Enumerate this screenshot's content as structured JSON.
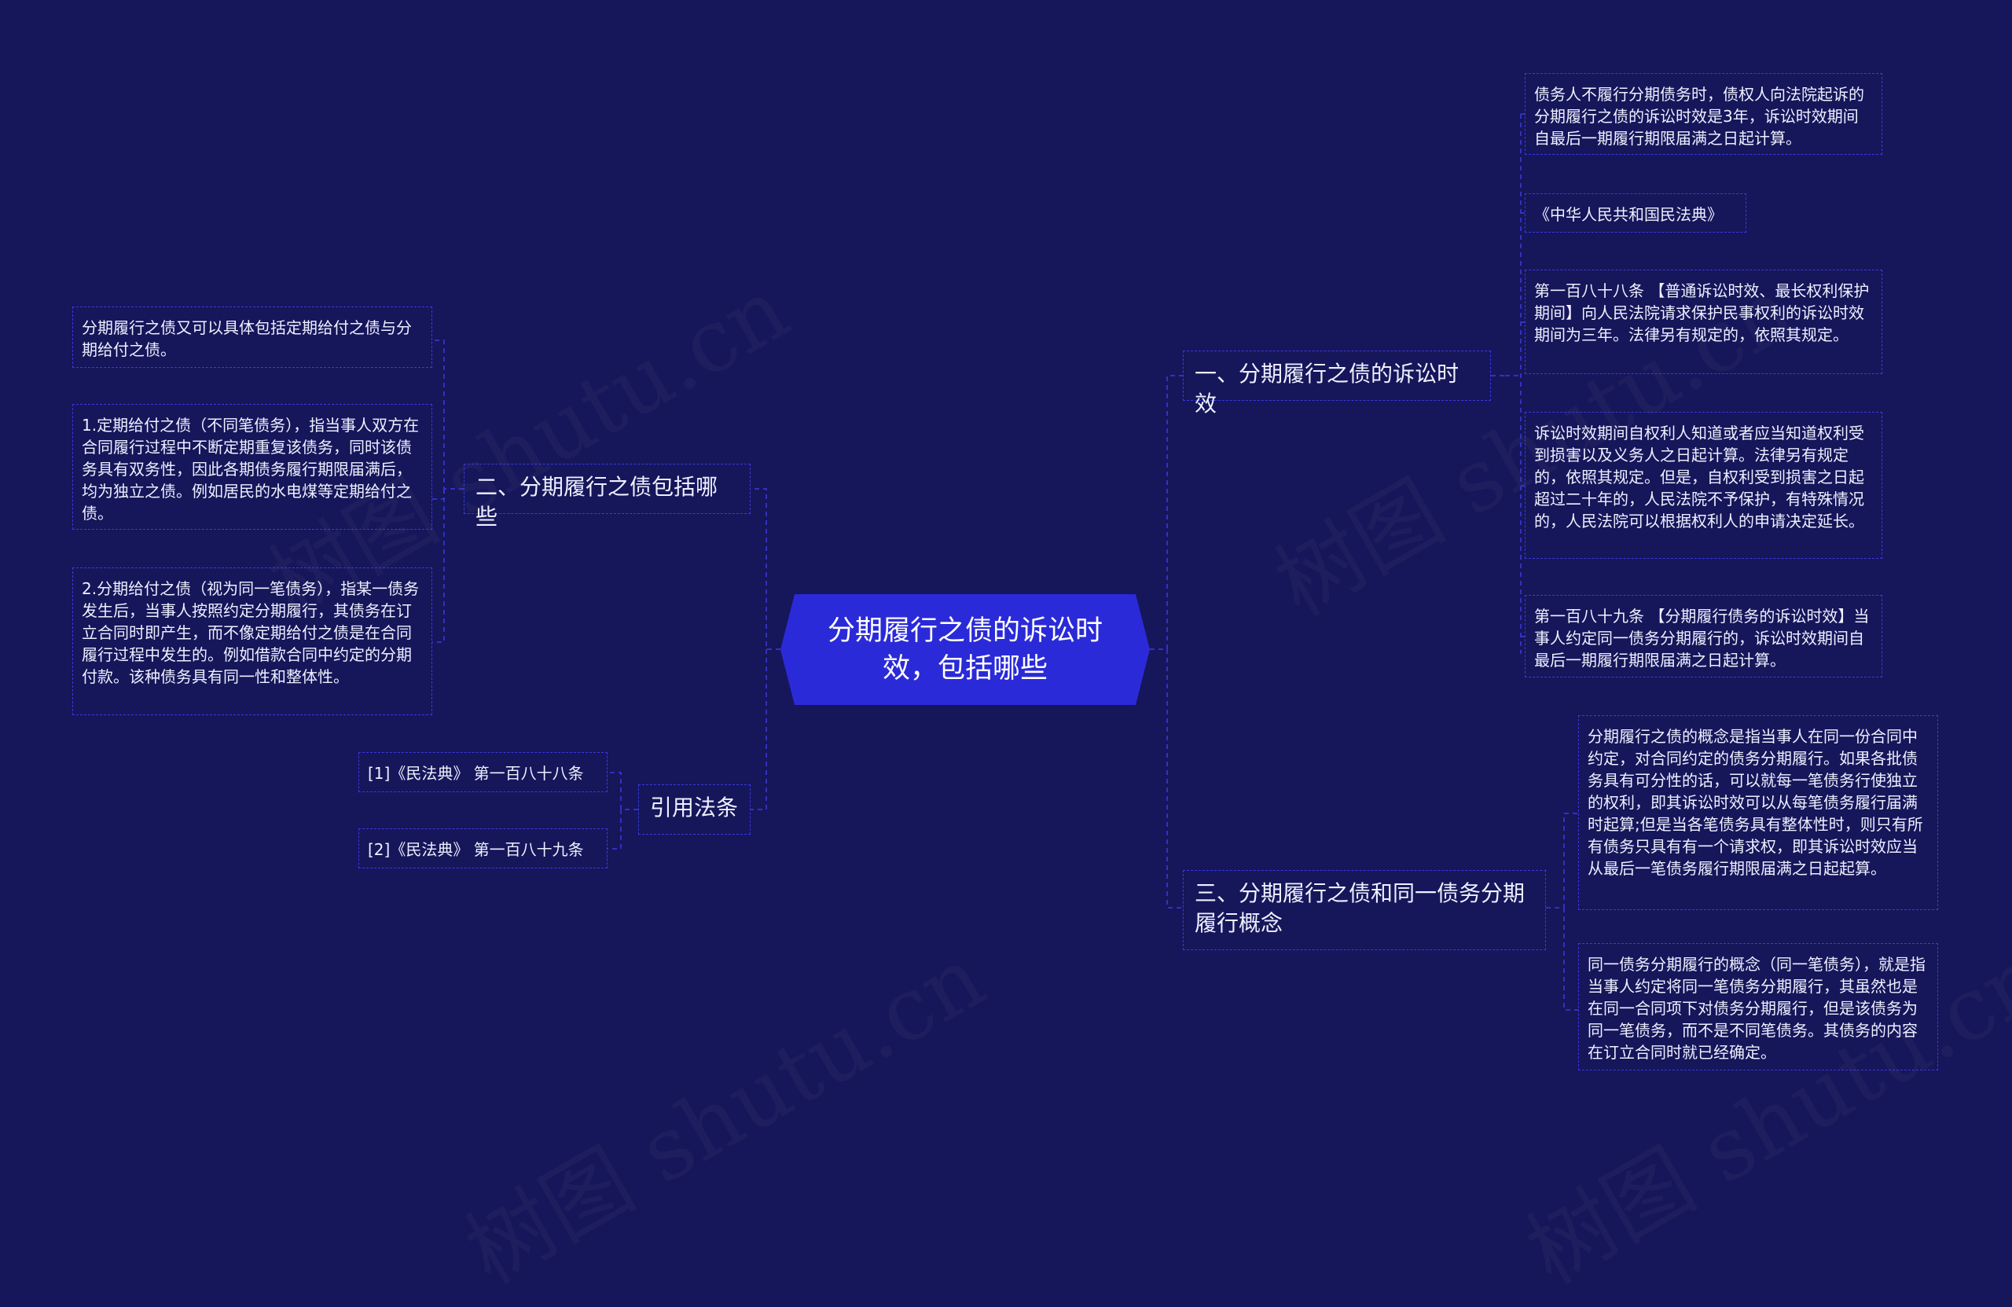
{
  "center": {
    "title": "分期履行之债的诉讼时效，包括哪些"
  },
  "branches": {
    "b1": {
      "label": "一、分期履行之债的诉讼时效"
    },
    "b2": {
      "label": "二、分期履行之债包括哪些"
    },
    "b3": {
      "label": "三、分期履行之债和同一债务分期履行概念"
    },
    "b4": {
      "label": "引用法条"
    }
  },
  "leaves": {
    "b1_1": "债务人不履行分期债务时，债权人向法院起诉的分期履行之债的诉讼时效是3年，诉讼时效期间自最后一期履行期限届满之日起计算。",
    "b1_2": "《中华人民共和国民法典》",
    "b1_3": "第一百八十八条 【普通诉讼时效、最长权利保护期间】向人民法院请求保护民事权利的诉讼时效期间为三年。法律另有规定的，依照其规定。",
    "b1_4": "诉讼时效期间自权利人知道或者应当知道权利受到损害以及义务人之日起计算。法律另有规定的，依照其规定。但是，自权利受到损害之日起超过二十年的，人民法院不予保护，有特殊情况的，人民法院可以根据权利人的申请决定延长。",
    "b1_5": "第一百八十九条 【分期履行债务的诉讼时效】当事人约定同一债务分期履行的，诉讼时效期间自最后一期履行期限届满之日起计算。",
    "b2_1": "分期履行之债又可以具体包括定期给付之债与分期给付之债。",
    "b2_2": "1.定期给付之债（不同笔债务），指当事人双方在合同履行过程中不断定期重复该债务，同时该债务具有双务性，因此各期债务履行期限届满后，均为独立之债。例如居民的水电煤等定期给付之债。",
    "b2_3": "2.分期给付之债（视为同一笔债务），指某一债务发生后，当事人按照约定分期履行，其债务在订立合同时即产生，而不像定期给付之债是在合同履行过程中发生的。例如借款合同中约定的分期付款。该种债务具有同一性和整体性。",
    "b3_1": "分期履行之债的概念是指当事人在同一份合同中约定，对合同约定的债务分期履行。如果各批债务具有可分性的话，可以就每一笔债务行使独立的权利，即其诉讼时效可以从每笔债务履行届满时起算;但是当各笔债务具有整体性时，则只有所有债务只具有有一个请求权，即其诉讼时效应当从最后一笔债务履行期限届满之日起起算。",
    "b3_2": "同一债务分期履行的概念（同一笔债务），就是指当事人约定将同一笔债务分期履行，其虽然也是在同一合同项下对债务分期履行，但是该债务为同一笔债务，而不是不同笔债务。其债务的内容在订立合同时就已经确定。",
    "b4_1": "[1]《民法典》 第一百八十八条",
    "b4_2": "[2]《民法典》 第一百八十九条"
  },
  "watermark": "树图 shutu.cn",
  "colors": {
    "background": "#16165a",
    "center": "#2a2ad8",
    "border": "#3a3ae0",
    "line": "#3a3ae0"
  }
}
